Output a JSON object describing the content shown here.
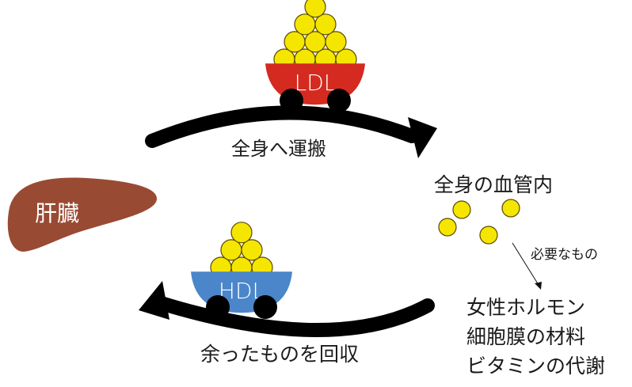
{
  "colors": {
    "ldl_bowl": "#d42a1f",
    "hdl_bowl": "#4a86c9",
    "cholesterol_ball": "#f5e600",
    "ball_outline": "#5a4a00",
    "liver": "#994a33",
    "arrow": "#000000",
    "text": "#1a1a1a"
  },
  "organ": {
    "liver_label": "肝臓"
  },
  "carriers": {
    "ldl": {
      "label": "LDL"
    },
    "hdl": {
      "label": "HDL"
    }
  },
  "arrows": {
    "top": {
      "label": "全身へ運搬"
    },
    "bottom": {
      "label": "余ったものを回収"
    }
  },
  "destination": {
    "label": "全身の血管内",
    "pointer_label": "必要なもの",
    "uses": [
      "女性ホルモン",
      "細胞膜の材料",
      "ビタミンの代謝"
    ]
  }
}
